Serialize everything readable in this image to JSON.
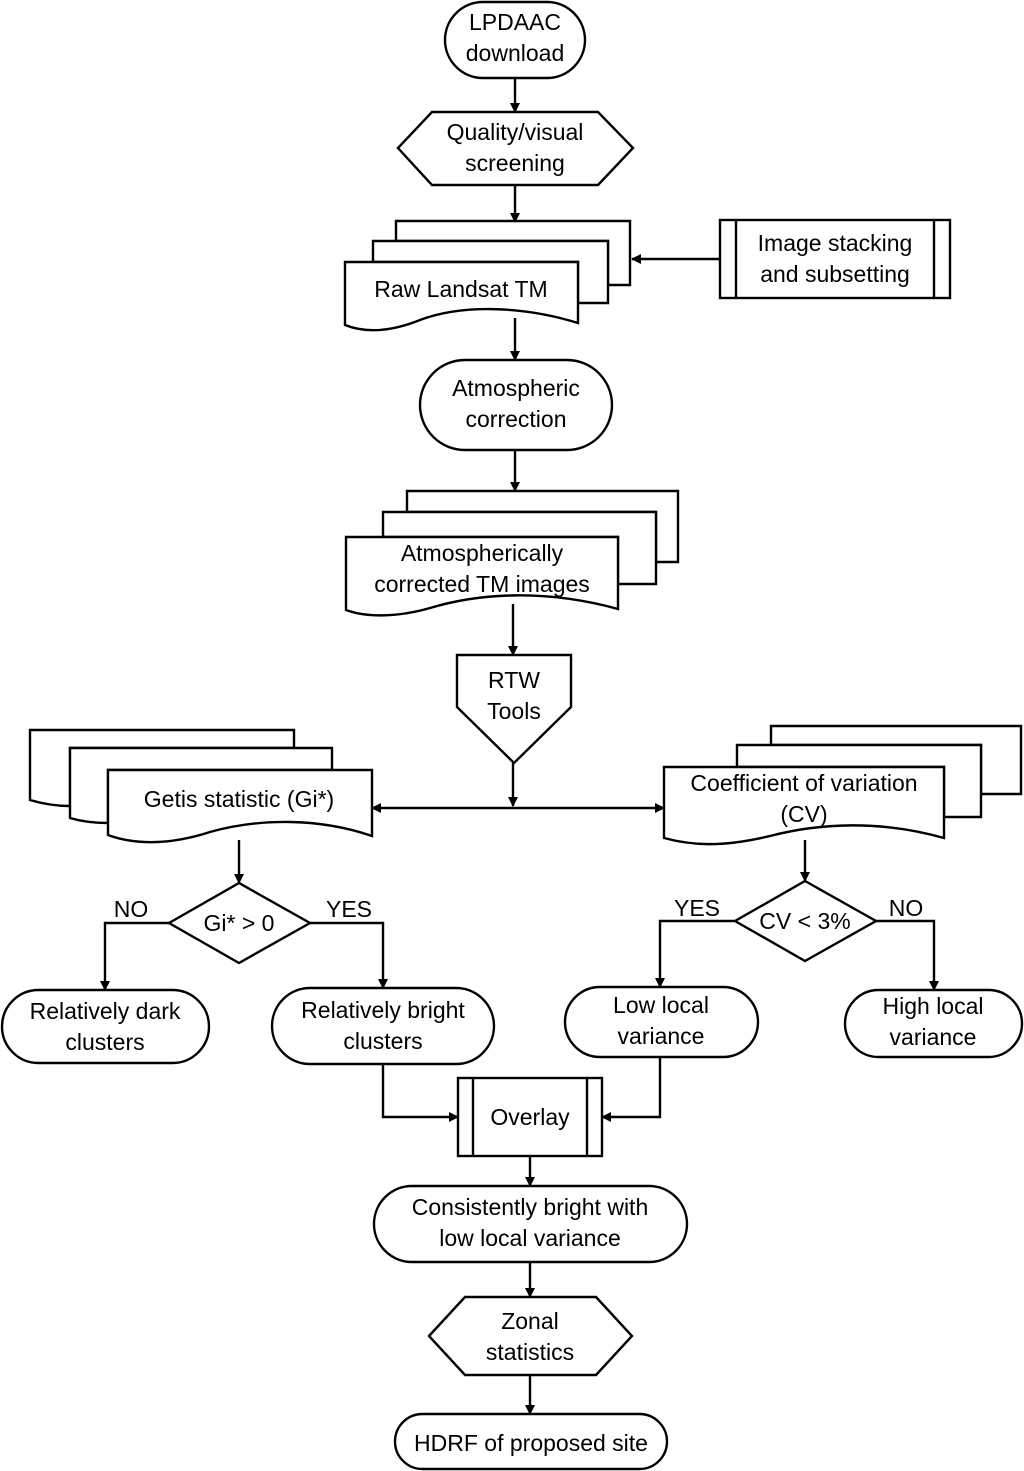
{
  "nodes": {
    "lpdaac_download": {
      "lines": [
        "LPDAAC",
        "download"
      ]
    },
    "quality_screening": {
      "lines": [
        "Quality/visual",
        "screening"
      ]
    },
    "image_stacking": {
      "lines": [
        "Image stacking",
        "and subsetting"
      ]
    },
    "raw_landsat": {
      "lines": [
        "Raw Landsat TM"
      ]
    },
    "atmospheric_correction": {
      "lines": [
        "Atmospheric",
        "correction"
      ]
    },
    "atmos_corrected_images": {
      "lines": [
        "Atmospherically",
        "corrected TM images"
      ]
    },
    "rtw_tools": {
      "lines": [
        "RTW",
        "Tools"
      ]
    },
    "getis_statistic": {
      "lines": [
        "Getis statistic (Gi*)"
      ]
    },
    "coefficient_variation": {
      "lines": [
        "Coefficient of variation",
        "(CV)"
      ]
    },
    "gi_decision": {
      "lines": [
        "Gi* > 0"
      ]
    },
    "cv_decision": {
      "lines": [
        "CV <  3%"
      ]
    },
    "dark_clusters": {
      "lines": [
        "Relatively dark",
        "clusters"
      ]
    },
    "bright_clusters": {
      "lines": [
        "Relatively bright",
        "clusters"
      ]
    },
    "low_variance": {
      "lines": [
        "Low local",
        "variance"
      ]
    },
    "high_variance": {
      "lines": [
        "High local",
        "variance"
      ]
    },
    "overlay": {
      "lines": [
        "Overlay"
      ]
    },
    "consistently_bright": {
      "lines": [
        "Consistently bright with",
        "low local variance"
      ]
    },
    "zonal_statistics": {
      "lines": [
        "Zonal",
        "statistics"
      ]
    },
    "hdrf_site": {
      "lines": [
        "HDRF of proposed site"
      ]
    }
  },
  "edge_labels": {
    "gi_no": "NO",
    "gi_yes": "YES",
    "cv_yes": "YES",
    "cv_no": "NO"
  }
}
